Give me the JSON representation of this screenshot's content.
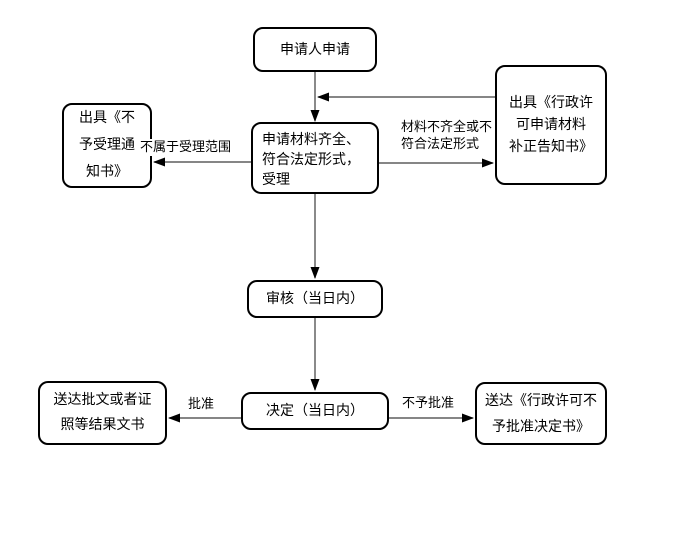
{
  "colors": {
    "background": "#ffffff",
    "node_fill": "#ffffff",
    "node_border": "#000000",
    "text": "#000000",
    "connector": "#3d3d3d",
    "arrowhead": "#000000"
  },
  "nodes": {
    "applicant": {
      "label": "申请人申请"
    },
    "acceptance": {
      "label": "申请材料齐全、\n符合法定形式，\n受理"
    },
    "rejection_notice": {
      "label": "出具《不\n予受理通\n知书》"
    },
    "correction_notice": {
      "label": "出具《行政许\n可申请材料\n补正告知书》"
    },
    "review": {
      "label": "审核（当日内）"
    },
    "decision": {
      "label": "决定（当日内）"
    },
    "deliver_approval": {
      "label": "送达批文或者证\n照等结果文书"
    },
    "deliver_denial": {
      "label": "送达《行政许可不\n予批准决定书》"
    }
  },
  "edge_labels": {
    "not_in_scope": "不属于受理范围",
    "incomplete": "材料不齐全或不\n符合法定形式",
    "approved": "批准",
    "not_approved": "不予批准"
  }
}
